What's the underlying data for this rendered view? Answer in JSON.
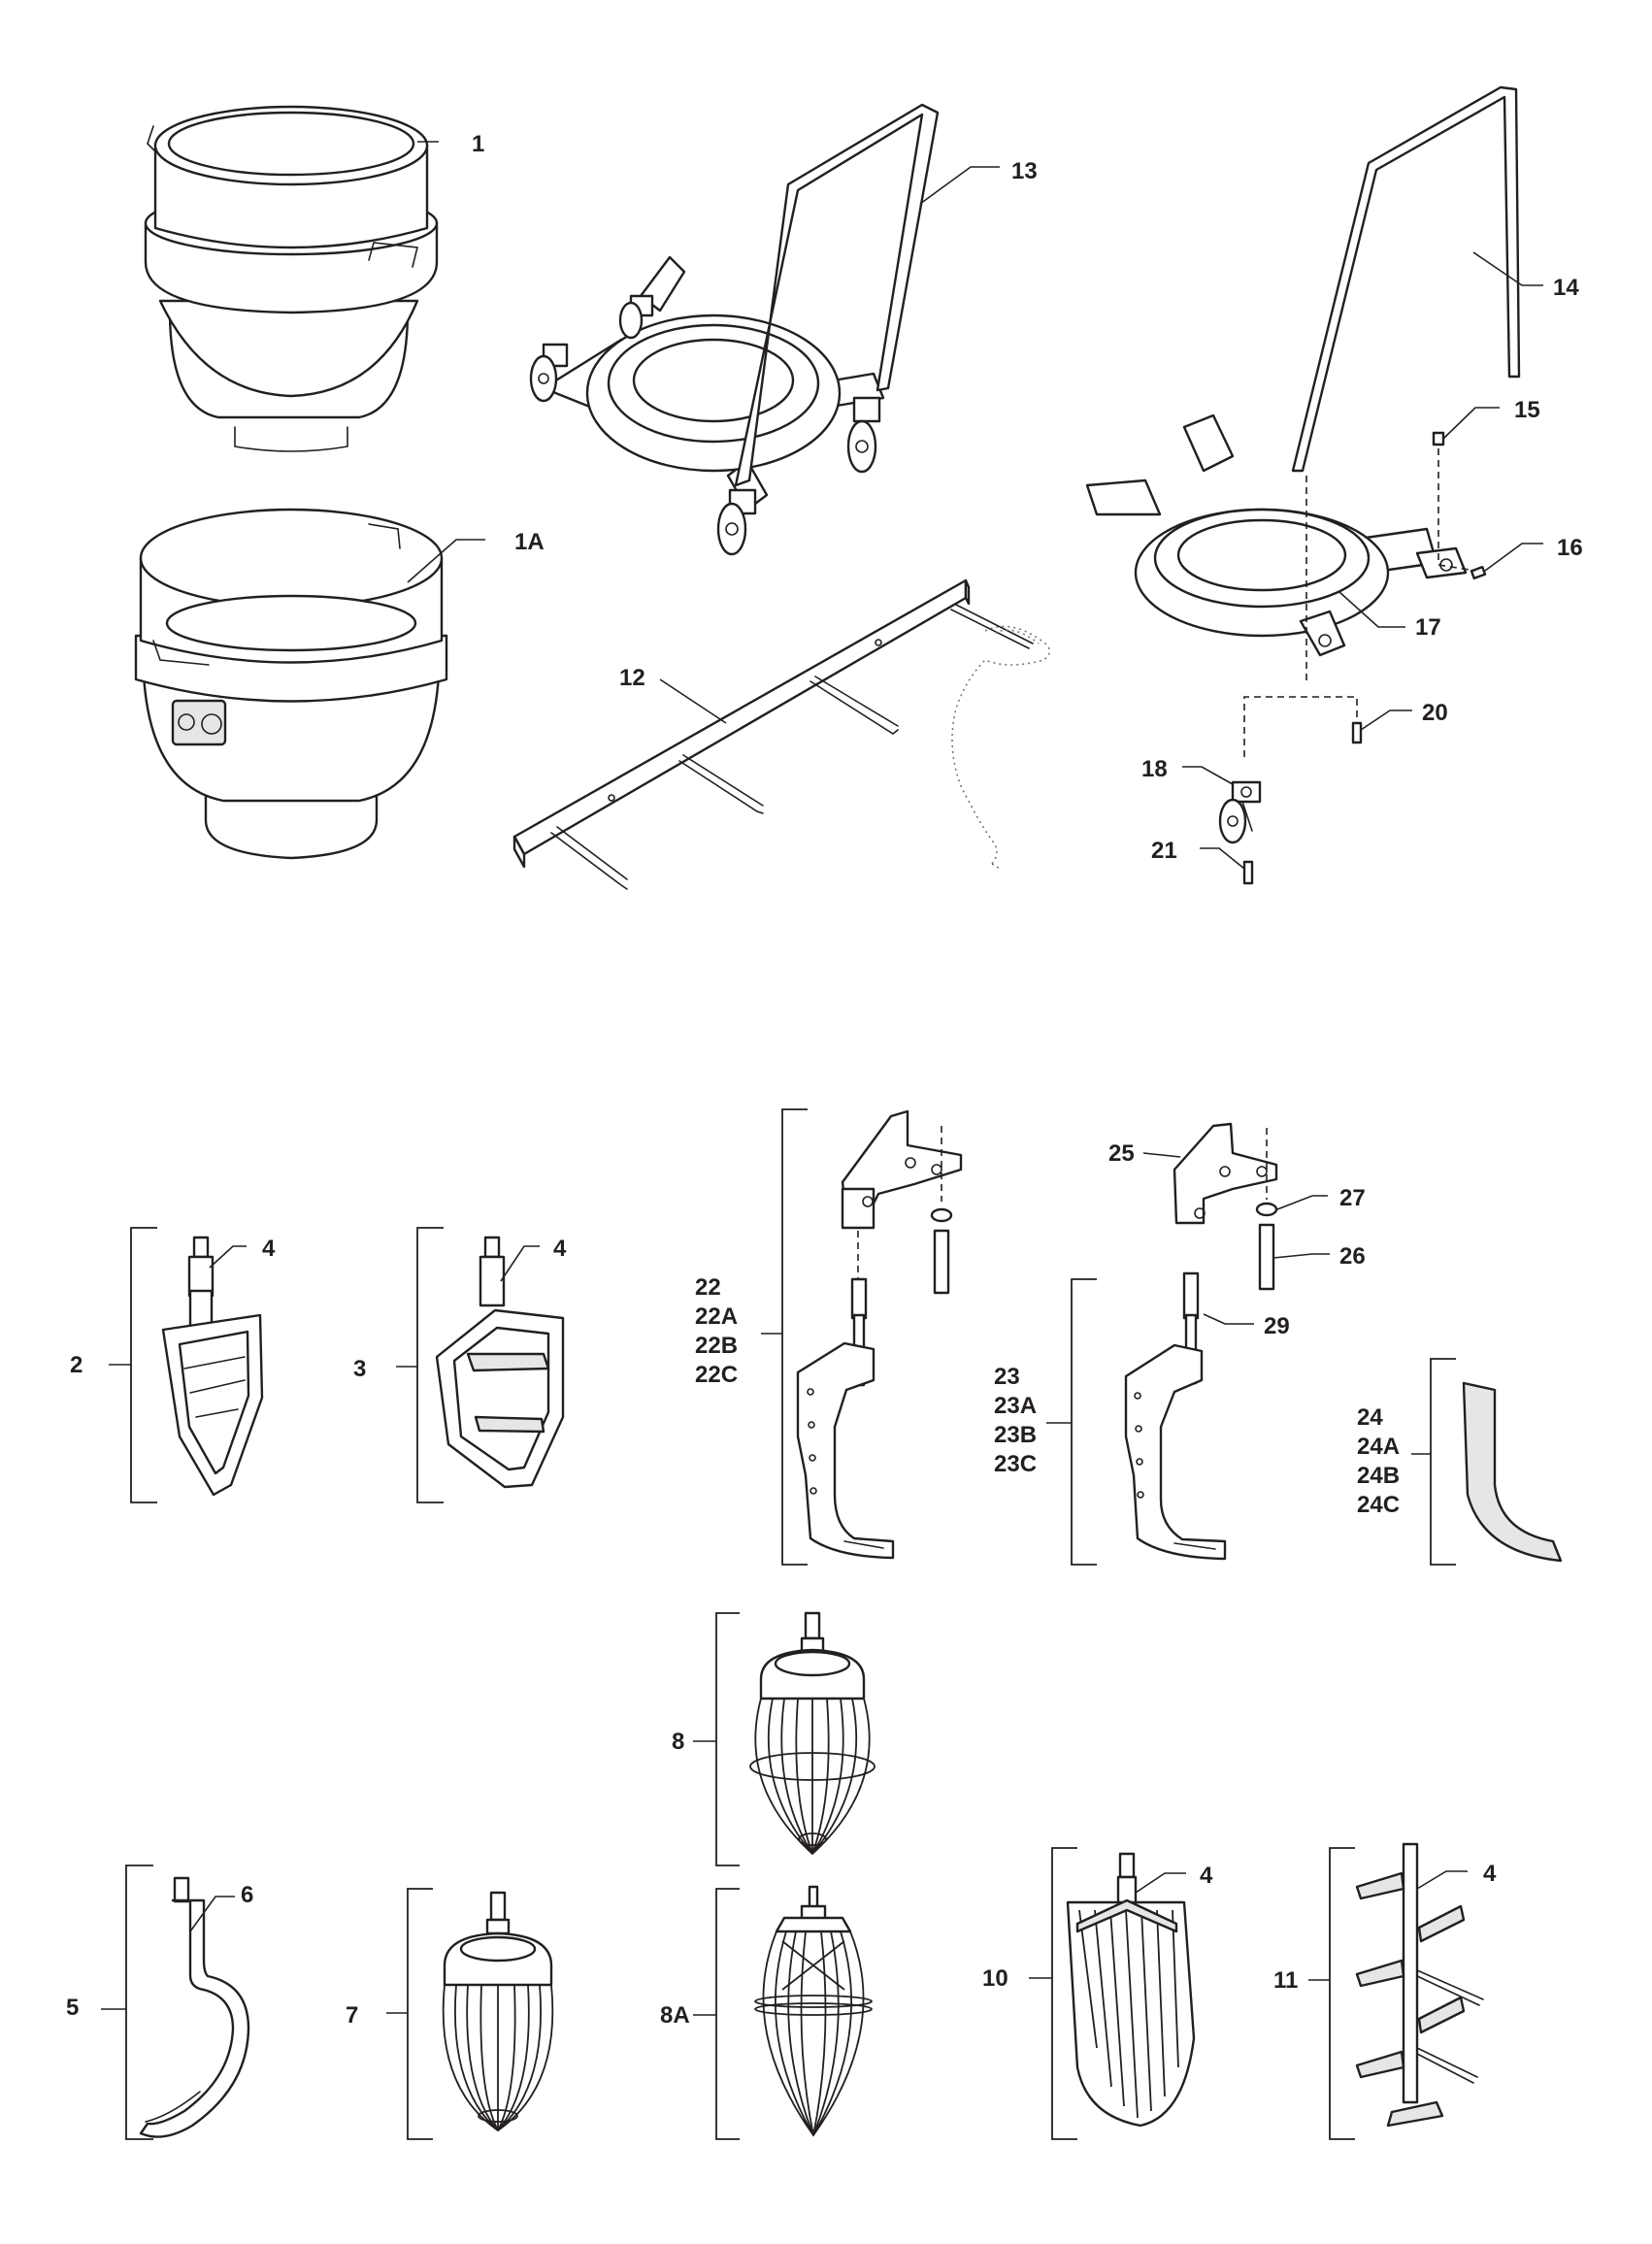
{
  "diagram": {
    "callouts": {
      "c1": "1",
      "c1A": "1A",
      "c2": "2",
      "c3": "3",
      "c4a": "4",
      "c4b": "4",
      "c4c": "4",
      "c4d": "4",
      "c5": "5",
      "c6": "6",
      "c7": "7",
      "c8": "8",
      "c8A": "8A",
      "c10": "10",
      "c11": "11",
      "c12": "12",
      "c13": "13",
      "c14": "14",
      "c15": "15",
      "c16": "16",
      "c17": "17",
      "c18": "18",
      "c20": "20",
      "c21": "21",
      "c22": "22",
      "c22A": "22A",
      "c22B": "22B",
      "c22C": "22C",
      "c23": "23",
      "c23A": "23A",
      "c23B": "23B",
      "c23C": "23C",
      "c24": "24",
      "c24A": "24A",
      "c24B": "24B",
      "c24C": "24C",
      "c25": "25",
      "c26": "26",
      "c27": "27",
      "c29": "29"
    }
  }
}
